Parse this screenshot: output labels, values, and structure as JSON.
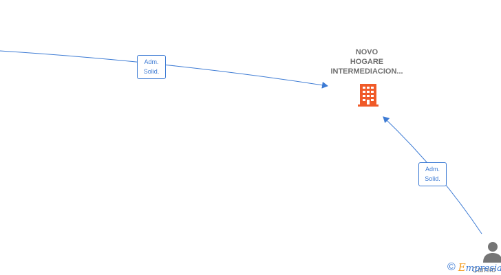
{
  "nodes": {
    "company": {
      "name_lines": [
        "NOVO",
        "HOGARE",
        "INTERMEDIACION..."
      ],
      "icon": "building-icon",
      "color": "#f05a28"
    },
    "person": {
      "name": "Camilo",
      "icon": "person-icon",
      "color": "#757575"
    }
  },
  "edges": [
    {
      "from": "off-canvas-left",
      "to": "company",
      "label_lines": [
        "Adm.",
        "Solid."
      ]
    },
    {
      "from": "person",
      "to": "company",
      "label_lines": [
        "Adm.",
        "Solid."
      ]
    }
  ],
  "colors": {
    "edge": "#3d7bd4",
    "text": "#6e6e6e"
  },
  "watermark": {
    "symbol": "©",
    "brand_initial": "E",
    "brand_rest": "mpresia"
  }
}
